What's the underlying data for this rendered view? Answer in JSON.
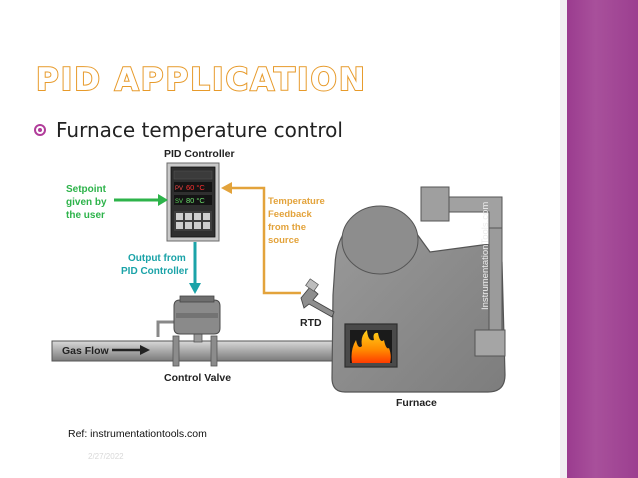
{
  "slide": {
    "title": "PID APPLICATION",
    "bullet": "Furnace temperature control",
    "reference": "Ref: instrumentationtools.com",
    "date": "2/27/2022"
  },
  "diagram": {
    "controller_title": "PID Controller",
    "pv_label": "PV",
    "pv_value": "60 °C",
    "sv_label": "SV",
    "sv_value": "80 °C",
    "setpoint_label": [
      "Setpoint",
      "given by",
      "the user"
    ],
    "output_label": [
      "Output from",
      "PID Controller"
    ],
    "feedback_label": [
      "Temperature",
      "Feedback",
      "from the",
      "source"
    ],
    "rtd_label": "RTD",
    "gas_flow_label": "Gas Flow",
    "valve_label": "Control Valve",
    "furnace_label": "Furnace",
    "watermark": "InstrumentationTools.com",
    "colors": {
      "setpoint_arrow": "#2db34a",
      "output_arrow": "#1ba3a8",
      "feedback_arrow": "#e3a33b",
      "title_outline": "#e79a2a",
      "accent": "#a8509b"
    }
  }
}
